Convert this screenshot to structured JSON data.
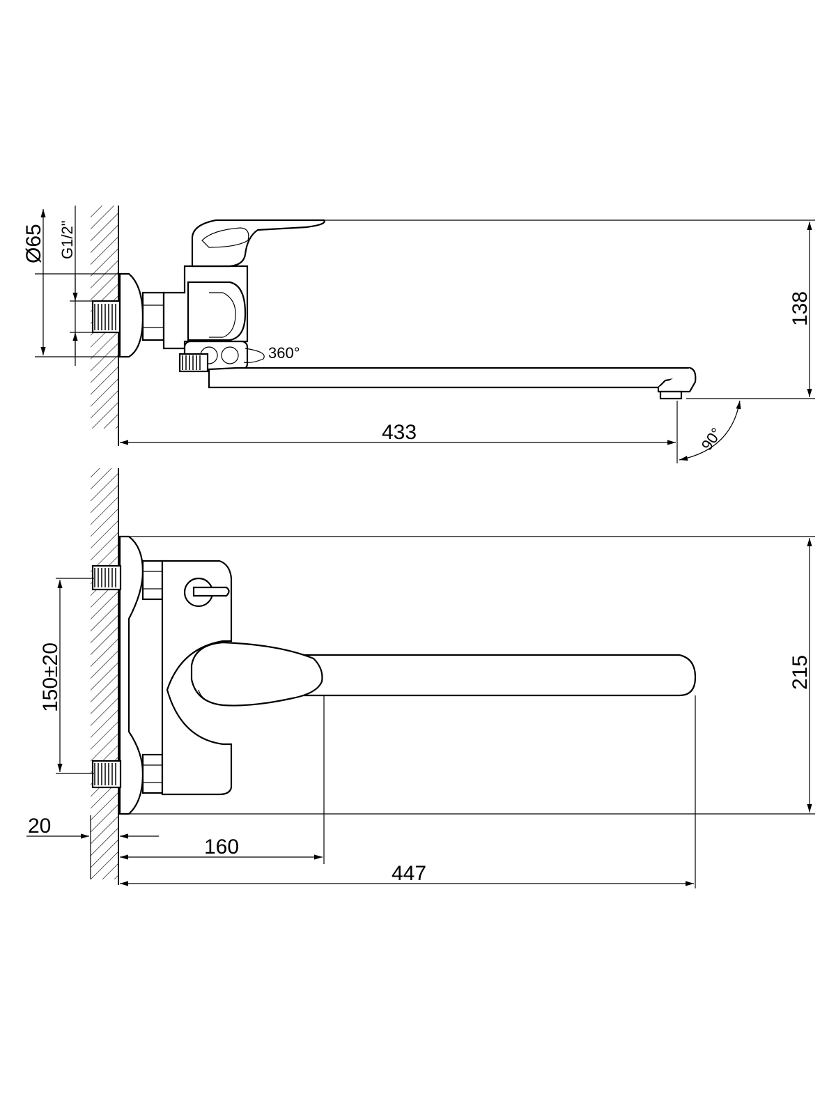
{
  "dimensions": {
    "diameter": "Ø65",
    "thread": "G1/2\"",
    "height_top": "138",
    "length_top": "433",
    "swivel": "360°",
    "angle": "90°",
    "spacing": "150±20",
    "height_bottom": "215",
    "wall_offset": "20",
    "lever_length": "160",
    "total_length": "447"
  }
}
